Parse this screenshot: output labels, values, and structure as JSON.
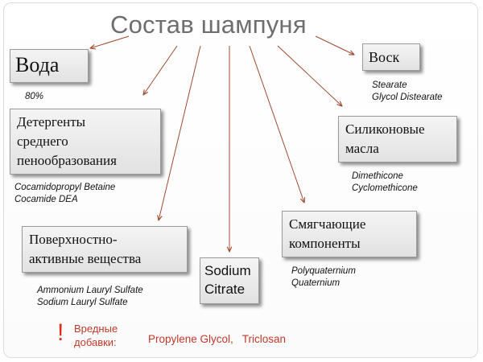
{
  "title": "Состав шампуня",
  "boxes": {
    "water": {
      "label": "Вода",
      "examples": [
        "80%"
      ]
    },
    "detergents": {
      "lines": [
        "Детергенты",
        "среднего",
        "пенообразования"
      ],
      "examples": [
        "Cocamidopropyl Betaine",
        "Cocamide DEA"
      ]
    },
    "surfactants": {
      "lines": [
        "Поверхностно-",
        "активные вещества"
      ],
      "examples": [
        "Ammonium Lauryl Sulfate",
        "Sodium Lauryl Sulfate"
      ]
    },
    "sodium_citrate": {
      "lines": [
        "Sodium",
        "Citrate"
      ]
    },
    "softeners": {
      "lines": [
        "Смягчающие",
        "компоненты"
      ],
      "examples": [
        "Polyquaternium",
        "Quaternium"
      ]
    },
    "silicones": {
      "lines": [
        "Силиконовые",
        "масла"
      ],
      "examples": [
        "Dimethicone",
        "Cyclomethicone"
      ]
    },
    "wax": {
      "label": "Воск",
      "examples": [
        "Stearate",
        "Glycol Distearate"
      ]
    }
  },
  "harmful": {
    "mark": "!",
    "label_lines": [
      "Вредные",
      "добавки:"
    ],
    "items": "Propylene Glycol,   Triclosan"
  },
  "colors": {
    "arrow": "#a04a2e",
    "title": "#6e6e6e",
    "harmful": "#c0392b",
    "box_border": "#9a9a9a"
  }
}
